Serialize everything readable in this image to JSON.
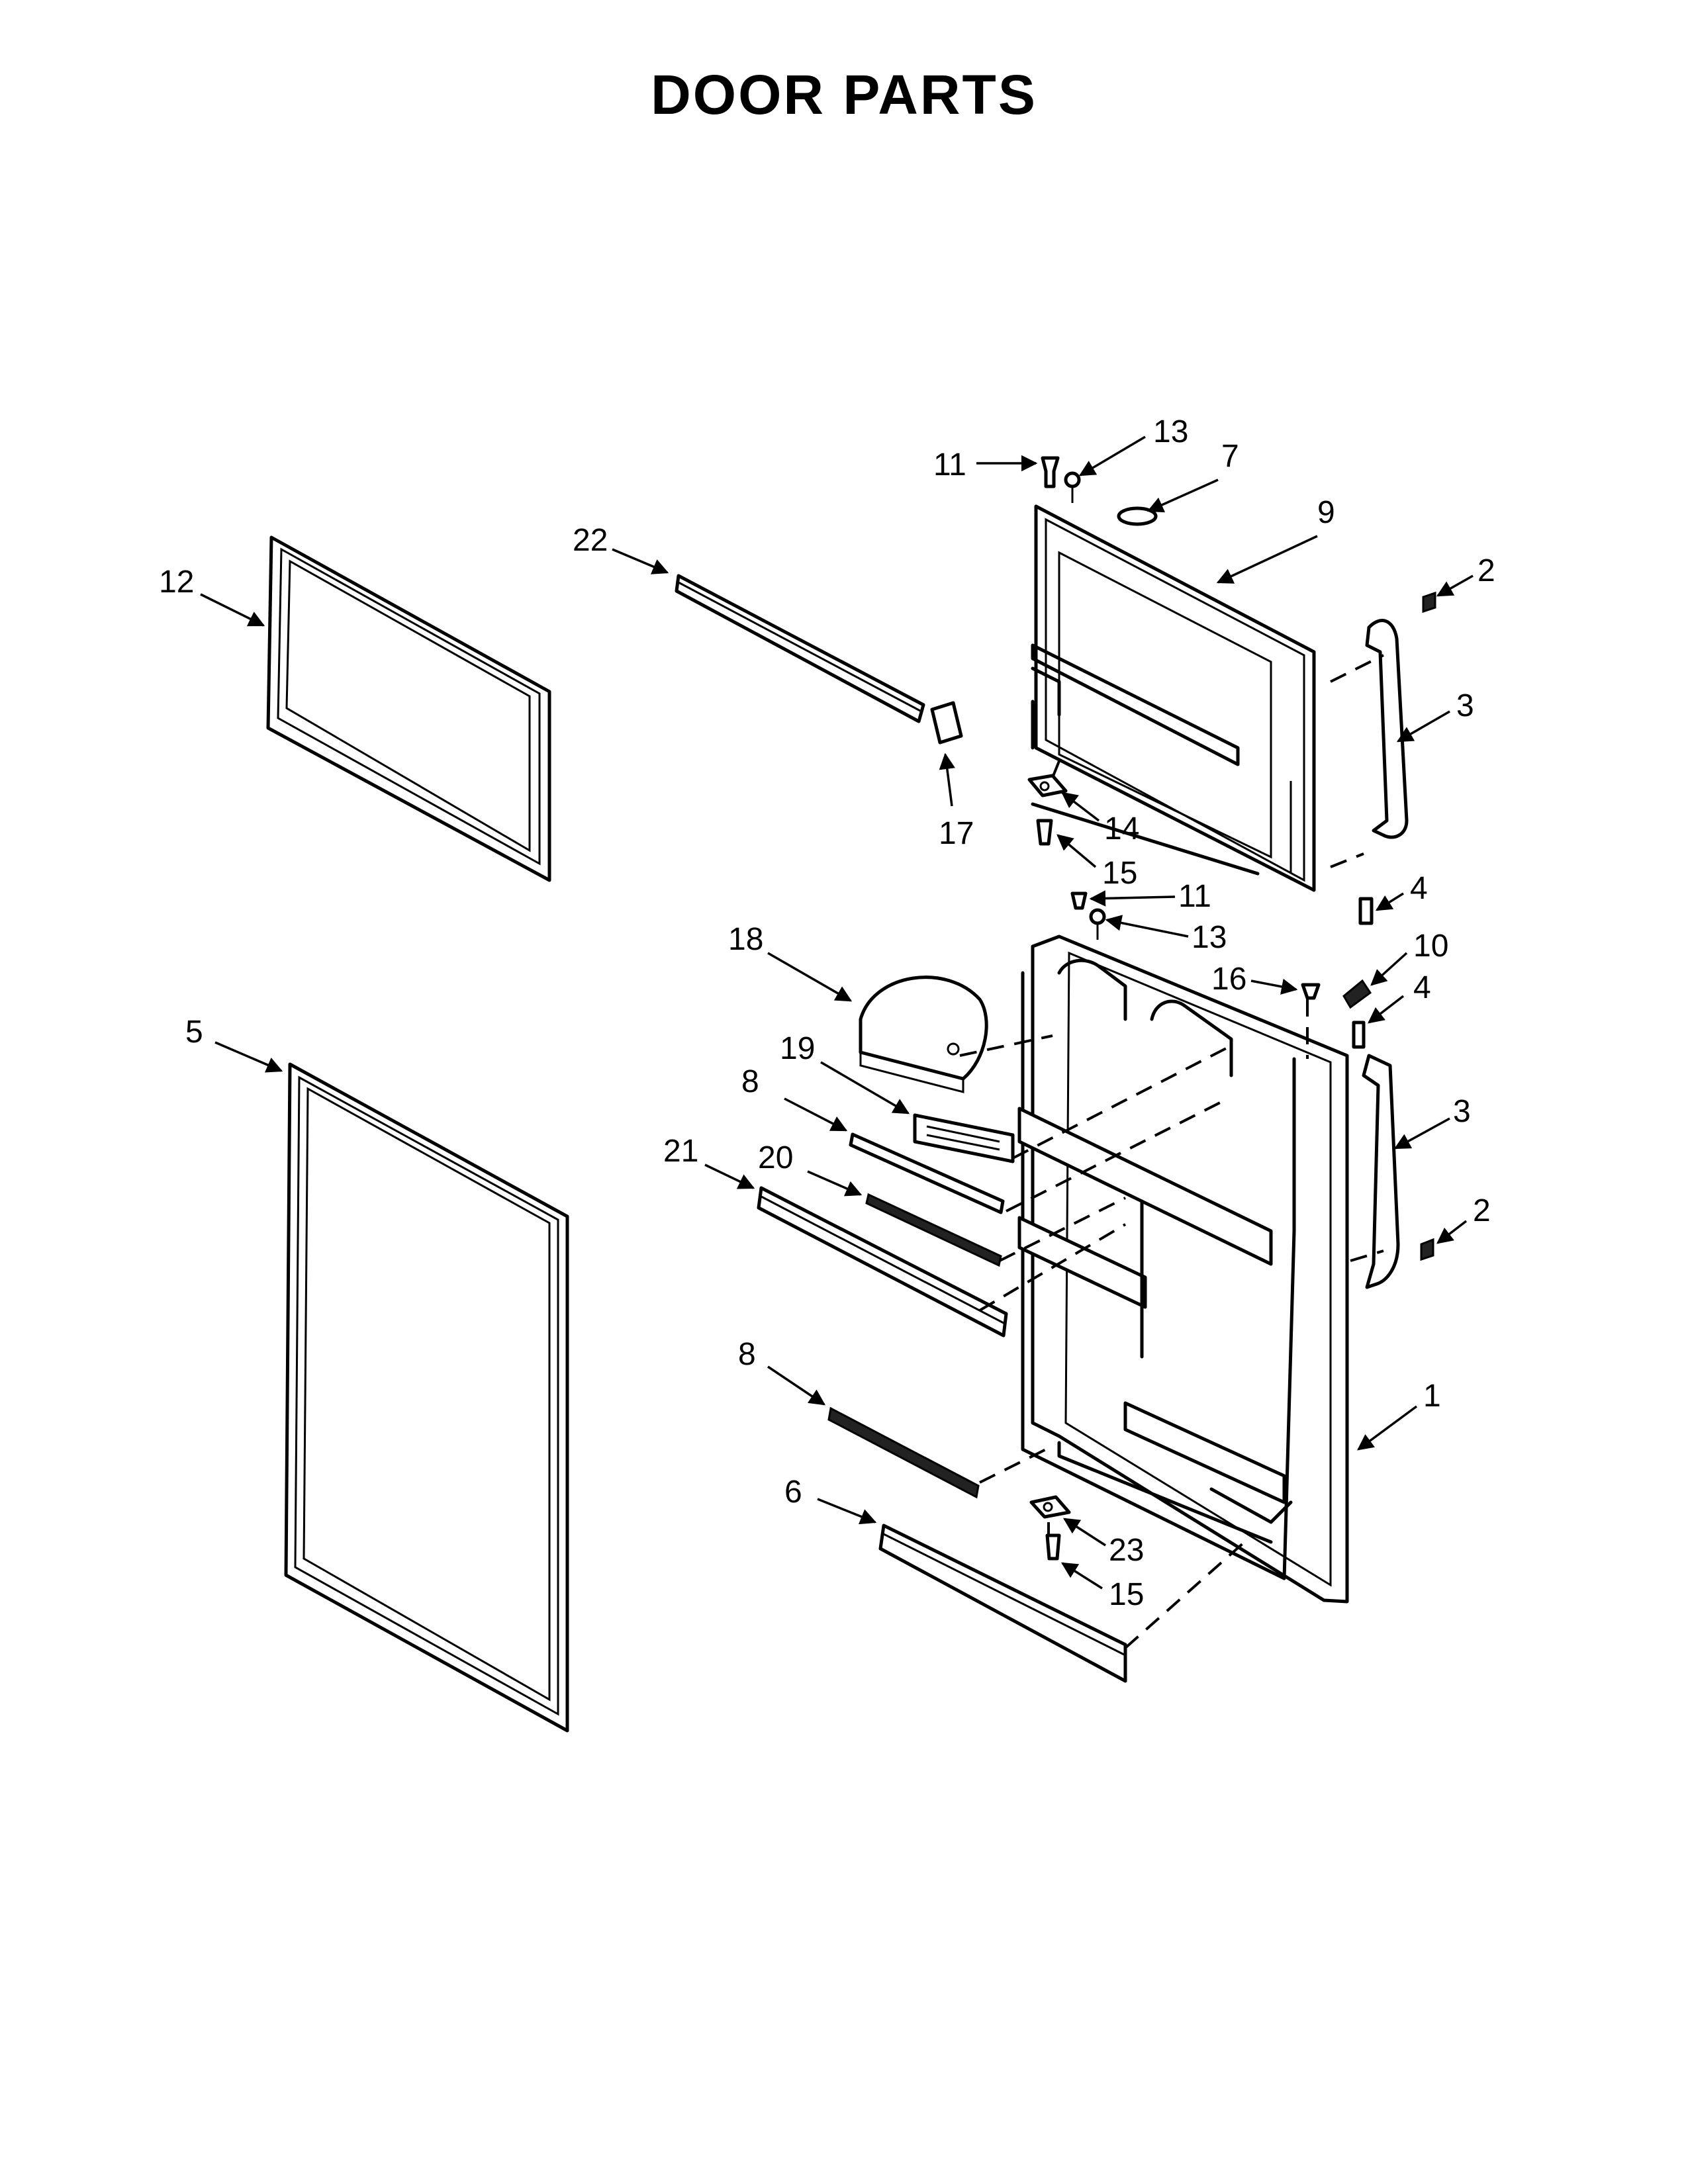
{
  "title": "DOOR PARTS",
  "callouts": [
    {
      "id": "c13a",
      "text": "13"
    },
    {
      "id": "c11a",
      "text": "11"
    },
    {
      "id": "c7",
      "text": "7"
    },
    {
      "id": "c9",
      "text": "9"
    },
    {
      "id": "c2a",
      "text": "2"
    },
    {
      "id": "c22",
      "text": "22"
    },
    {
      "id": "c12",
      "text": "12"
    },
    {
      "id": "c3a",
      "text": "3"
    },
    {
      "id": "c17",
      "text": "17"
    },
    {
      "id": "c14",
      "text": "14"
    },
    {
      "id": "c15a",
      "text": "15"
    },
    {
      "id": "c11b",
      "text": "11"
    },
    {
      "id": "c4a",
      "text": "4"
    },
    {
      "id": "c13b",
      "text": "13"
    },
    {
      "id": "c18",
      "text": "18"
    },
    {
      "id": "c10",
      "text": "10"
    },
    {
      "id": "c16",
      "text": "16"
    },
    {
      "id": "c4b",
      "text": "4"
    },
    {
      "id": "c5",
      "text": "5"
    },
    {
      "id": "c19",
      "text": "19"
    },
    {
      "id": "c8a",
      "text": "8"
    },
    {
      "id": "c3b",
      "text": "3"
    },
    {
      "id": "c21",
      "text": "21"
    },
    {
      "id": "c20",
      "text": "20"
    },
    {
      "id": "c2b",
      "text": "2"
    },
    {
      "id": "c8b",
      "text": "8"
    },
    {
      "id": "c1",
      "text": "1"
    },
    {
      "id": "c6",
      "text": "6"
    },
    {
      "id": "c23",
      "text": "23"
    },
    {
      "id": "c15b",
      "text": "15"
    }
  ]
}
